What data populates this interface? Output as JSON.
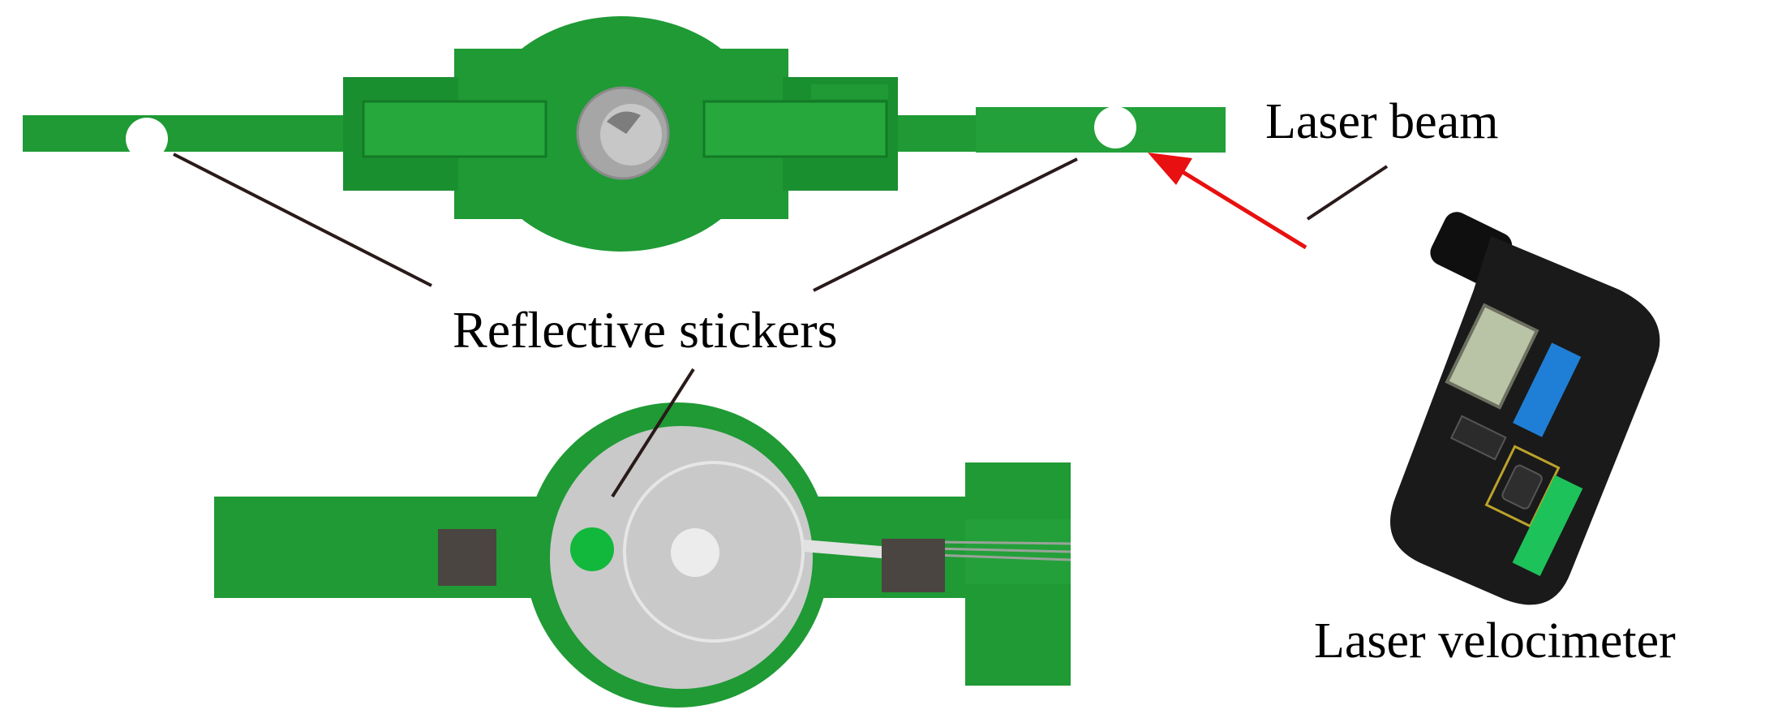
{
  "labels": {
    "laser_beam": "Laser beam",
    "reflective_stickers": "Reflective stickers",
    "laser_velocimeter": "Laser velocimeter"
  },
  "colors": {
    "structure_green": "#1f9a35",
    "structure_green_dark": "#137a26",
    "sticker_white": "#ffffff",
    "sticker_green": "#12b83c",
    "disk_gray": "#c9c9c9",
    "block_gray": "#4a4540",
    "beam_red": "#e81010",
    "device_black": "#1a1a1a",
    "lcd": "#b9c4a6",
    "device_blue": "#1f7fd6",
    "device_green": "#1ec25a"
  },
  "icons": {
    "top_view": "top-view-rotor",
    "bottom_view": "bottom-view-rotor",
    "device": "laser-velocimeter-device",
    "arrow": "laser-beam-arrow"
  }
}
